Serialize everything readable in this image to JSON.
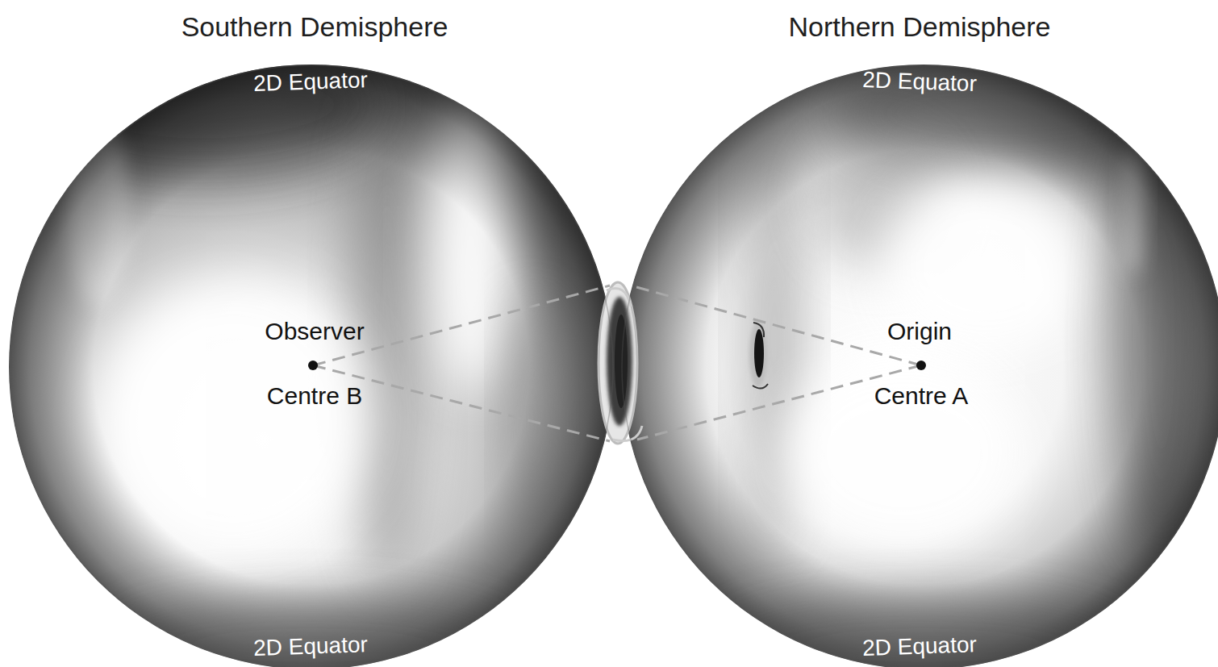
{
  "diagram": {
    "nodes": [
      {
        "text": [
          "Southern Demisphere",
          "2D Equator",
          "Observer",
          "Centre B",
          "2D Equator"
        ]
      },
      {
        "text": [
          "Northern Demisphere",
          "2D Equator",
          "Origin",
          "Centre A",
          "2D Equator"
        ]
      }
    ]
  }
}
